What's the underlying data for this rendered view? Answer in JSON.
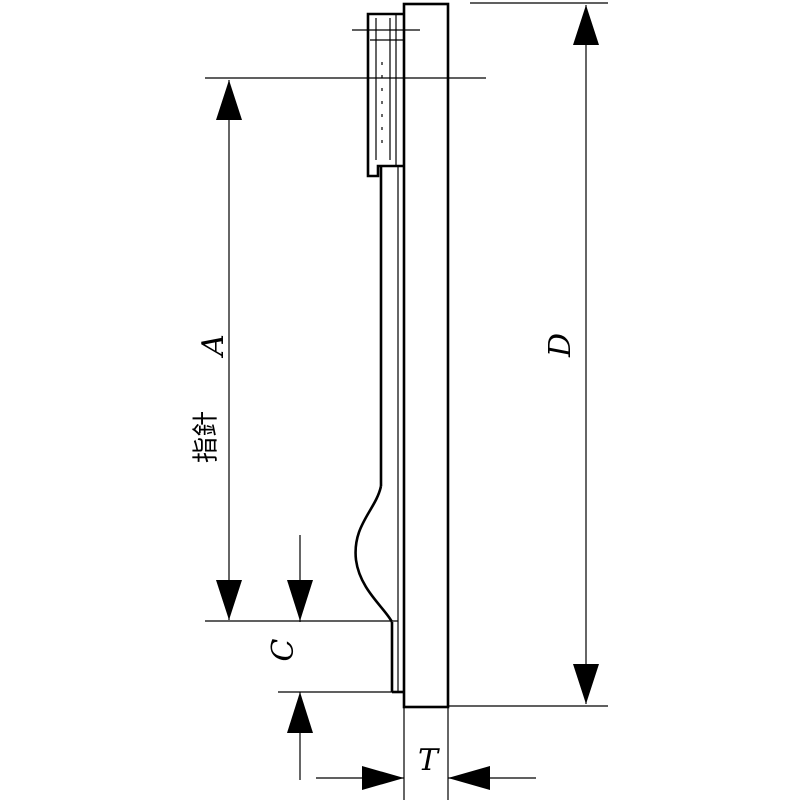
{
  "labels": {
    "A": "A",
    "D": "D",
    "C": "C",
    "T": "T",
    "pointer": "指針"
  }
}
